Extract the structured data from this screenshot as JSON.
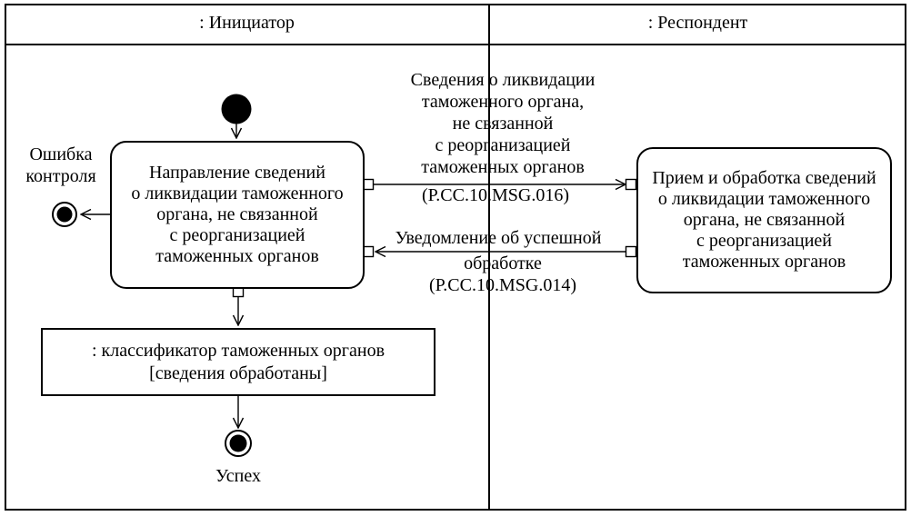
{
  "lanes": [
    {
      "label": ": Инициатор"
    },
    {
      "label": ": Респондент"
    }
  ],
  "nodes": {
    "send_activity": {
      "label": "Направление сведений\nо ликвидации таможенного\nоргана, не связанной\nс реорганизацией\nтаможенных органов"
    },
    "receive_activity": {
      "label": "Прием и обработка сведений\nо ликвидации таможенного\nоргана, не связанной\nс реорганизацией\nтаможенных органов"
    },
    "object_node": {
      "label": ": классификатор таможенных органов\n[сведения обработаны]"
    },
    "error_final": {
      "label": "Ошибка\nконтроля"
    },
    "success_final": {
      "label": "Успех"
    }
  },
  "messages": [
    {
      "direction": "right",
      "text_above": "Сведения о ликвидации\nтаможенного органа,\nне связанной\nс реорганизацией\nтаможенных органов",
      "text_below": "(Р.СС.10.MSG.016)"
    },
    {
      "direction": "left",
      "text_above": "Уведомление об успешной",
      "text_below": "обработке\n(Р.СС.10.MSG.014)"
    }
  ],
  "colors": {
    "line": "#000000",
    "background": "#ffffff",
    "text": "#000000"
  }
}
